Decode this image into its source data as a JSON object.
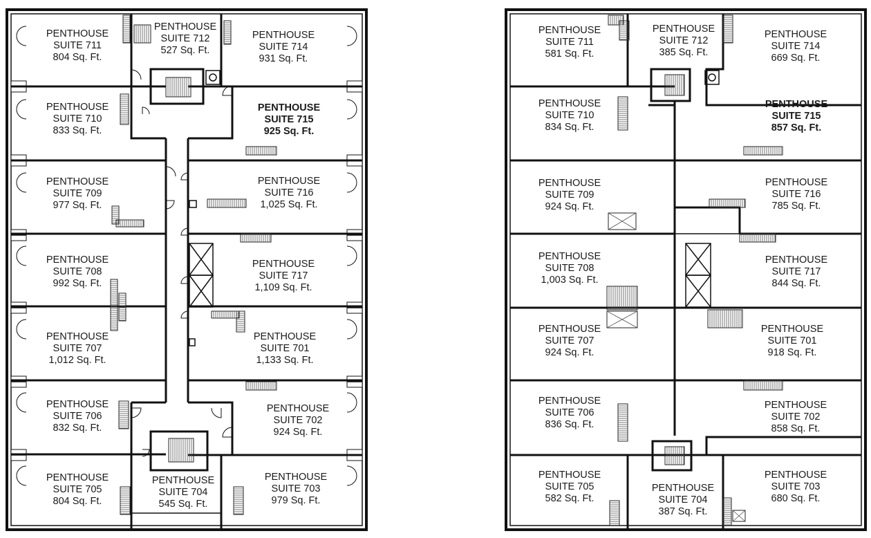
{
  "plans": [
    {
      "id": "left",
      "suites": [
        {
          "number": "711",
          "title": "PENTHOUSE",
          "suite": "SUITE 711",
          "area": "804 Sq. Ft.",
          "bold": false
        },
        {
          "number": "712",
          "title": "PENTHOUSE",
          "suite": "SUITE 712",
          "area": "527 Sq. Ft.",
          "bold": false
        },
        {
          "number": "714",
          "title": "PENTHOUSE",
          "suite": "SUITE 714",
          "area": "931 Sq. Ft.",
          "bold": false
        },
        {
          "number": "710",
          "title": "PENTHOUSE",
          "suite": "SUITE 710",
          "area": "833 Sq. Ft.",
          "bold": false
        },
        {
          "number": "715",
          "title": "PENTHOUSE",
          "suite": "SUITE 715",
          "area": "925 Sq. Ft.",
          "bold": true
        },
        {
          "number": "709",
          "title": "PENTHOUSE",
          "suite": "SUITE 709",
          "area": "977 Sq. Ft.",
          "bold": false
        },
        {
          "number": "716",
          "title": "PENTHOUSE",
          "suite": "SUITE 716",
          "area": "1,025 Sq. Ft.",
          "bold": false
        },
        {
          "number": "708",
          "title": "PENTHOUSE",
          "suite": "SUITE 708",
          "area": "992 Sq. Ft.",
          "bold": false
        },
        {
          "number": "717",
          "title": "PENTHOUSE",
          "suite": "SUITE 717",
          "area": "1,109 Sq. Ft.",
          "bold": false
        },
        {
          "number": "707",
          "title": "PENTHOUSE",
          "suite": "SUITE 707",
          "area": "1,012 Sq. Ft.",
          "bold": false
        },
        {
          "number": "701",
          "title": "PENTHOUSE",
          "suite": "SUITE 701",
          "area": "1,133 Sq. Ft.",
          "bold": false
        },
        {
          "number": "706",
          "title": "PENTHOUSE",
          "suite": "SUITE 706",
          "area": "832 Sq. Ft.",
          "bold": false
        },
        {
          "number": "702",
          "title": "PENTHOUSE",
          "suite": "SUITE 702",
          "area": "924 Sq. Ft.",
          "bold": false
        },
        {
          "number": "705",
          "title": "PENTHOUSE",
          "suite": "SUITE 705",
          "area": "804 Sq. Ft.",
          "bold": false
        },
        {
          "number": "704",
          "title": "PENTHOUSE",
          "suite": "SUITE 704",
          "area": "545 Sq. Ft.",
          "bold": false
        },
        {
          "number": "703",
          "title": "PENTHOUSE",
          "suite": "SUITE 703",
          "area": "979 Sq. Ft.",
          "bold": false
        }
      ]
    },
    {
      "id": "right",
      "suites": [
        {
          "number": "711",
          "title": "PENTHOUSE",
          "suite": "SUITE 711",
          "area": "581 Sq. Ft.",
          "bold": false
        },
        {
          "number": "712",
          "title": "PENTHOUSE",
          "suite": "SUITE 712",
          "area": "385 Sq. Ft.",
          "bold": false
        },
        {
          "number": "714",
          "title": "PENTHOUSE",
          "suite": "SUITE 714",
          "area": "669 Sq. Ft.",
          "bold": false
        },
        {
          "number": "710",
          "title": "PENTHOUSE",
          "suite": "SUITE 710",
          "area": "834 Sq. Ft.",
          "bold": false
        },
        {
          "number": "715",
          "title": "PENTHOUSE",
          "suite": "SUITE 715",
          "area": "857 Sq. Ft.",
          "bold": true
        },
        {
          "number": "709",
          "title": "PENTHOUSE",
          "suite": "SUITE 709",
          "area": "924 Sq. Ft.",
          "bold": false
        },
        {
          "number": "716",
          "title": "PENTHOUSE",
          "suite": "SUITE 716",
          "area": "785 Sq. Ft.",
          "bold": false
        },
        {
          "number": "708",
          "title": "PENTHOUSE",
          "suite": "SUITE 708",
          "area": "1,003 Sq. Ft.",
          "bold": false
        },
        {
          "number": "717",
          "title": "PENTHOUSE",
          "suite": "SUITE 717",
          "area": "844 Sq. Ft.",
          "bold": false
        },
        {
          "number": "707",
          "title": "PENTHOUSE",
          "suite": "SUITE 707",
          "area": "924 Sq. Ft.",
          "bold": false
        },
        {
          "number": "701",
          "title": "PENTHOUSE",
          "suite": "SUITE 701",
          "area": "918 Sq. Ft.",
          "bold": false
        },
        {
          "number": "706",
          "title": "PENTHOUSE",
          "suite": "SUITE 706",
          "area": "836 Sq. Ft.",
          "bold": false
        },
        {
          "number": "702",
          "title": "PENTHOUSE",
          "suite": "SUITE 702",
          "area": "858 Sq. Ft.",
          "bold": false
        },
        {
          "number": "705",
          "title": "PENTHOUSE",
          "suite": "SUITE 705",
          "area": "582 Sq. Ft.",
          "bold": false
        },
        {
          "number": "704",
          "title": "PENTHOUSE",
          "suite": "SUITE 704",
          "area": "387 Sq. Ft.",
          "bold": false
        },
        {
          "number": "703",
          "title": "PENTHOUSE",
          "suite": "SUITE 703",
          "area": "680 Sq. Ft.",
          "bold": false
        }
      ]
    }
  ]
}
